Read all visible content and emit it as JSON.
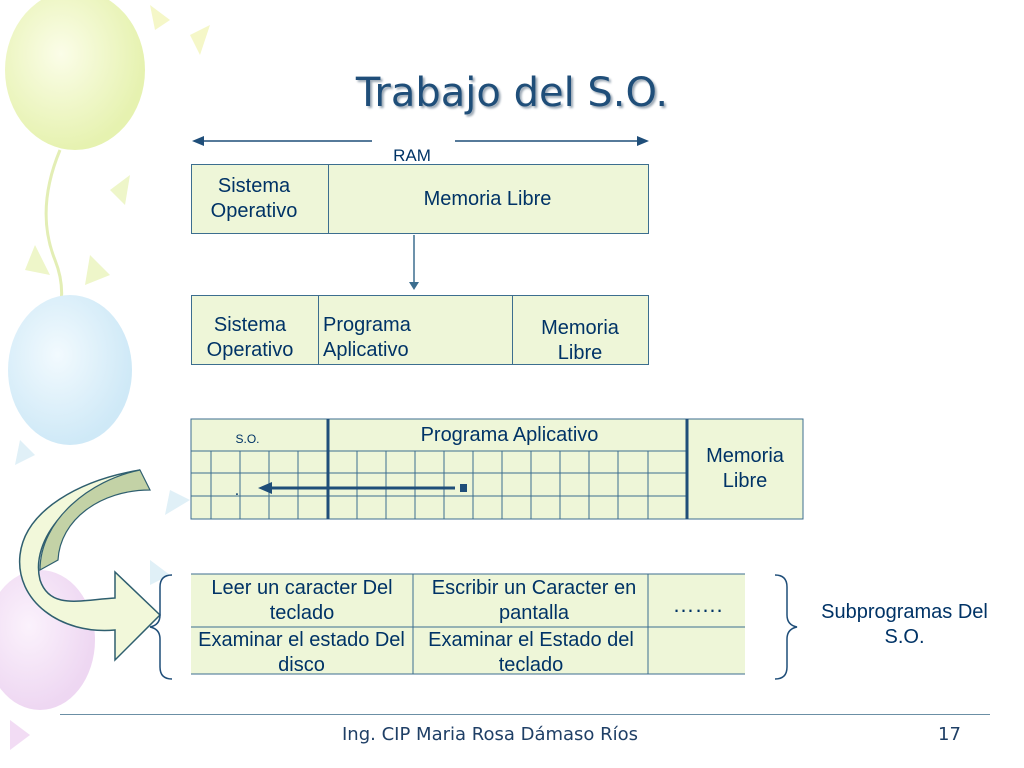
{
  "slide": {
    "title": "Trabajo del S.O.",
    "footer_author": "Ing. CIP Maria Rosa Dámaso Ríos",
    "page_number": "17"
  },
  "diagram": {
    "ram_label": "RAM",
    "row1": {
      "os": "Sistema Operativo",
      "free": "Memoria Libre"
    },
    "row2": {
      "os": "Sistema Operativo",
      "app": "Programa Aplicativo",
      "free": "Memoria Libre"
    },
    "row3": {
      "os": "S.O.",
      "app": "Programa Aplicativo",
      "free": "Memoria Libre",
      "dot_left": ".",
      "dot_right": "."
    },
    "subprograms": {
      "cells": [
        [
          "Leer un caracter Del teclado",
          "Escribir un Caracter en pantalla",
          "……."
        ],
        [
          "Examinar el estado Del disco",
          "Examinar el Estado del teclado",
          ""
        ]
      ],
      "label": "Subprogramas Del S.O."
    }
  },
  "colors": {
    "box_fill": "#eef6d8",
    "line": "#3c6e8f",
    "text": "#003366",
    "title": "#1f4e79"
  }
}
